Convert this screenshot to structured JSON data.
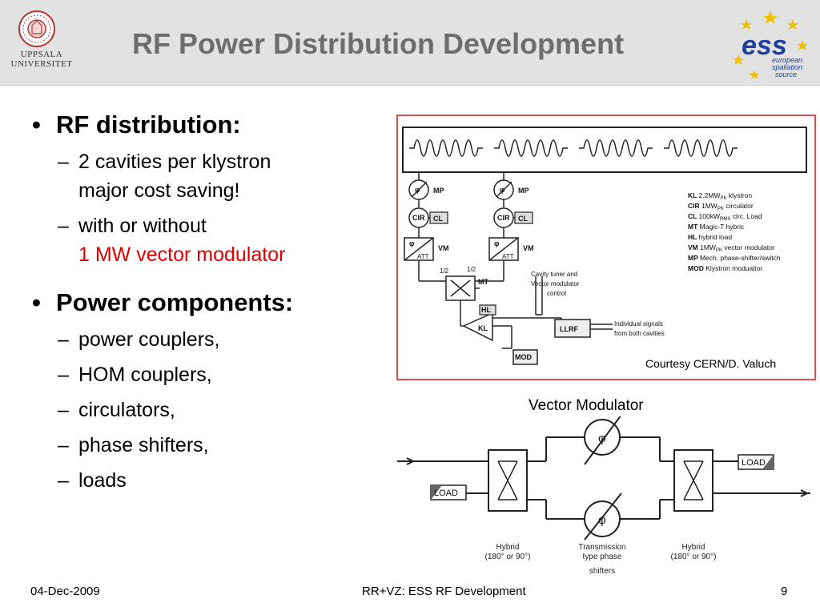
{
  "header": {
    "title": "RF Power Distribution Development",
    "uu_logo": {
      "line1": "UPPSALA",
      "line2": "UNIVERSITET"
    },
    "ess_logo": {
      "main": "ess",
      "line1": "european",
      "line2": "spallation",
      "line3": "source"
    }
  },
  "bullets": [
    {
      "heading": "RF distribution:",
      "items": [
        {
          "lines": [
            "2 cavities per klystron",
            "major cost saving!"
          ]
        },
        {
          "lines": [
            "with or without"
          ],
          "red": "1 MW vector modulator"
        }
      ]
    },
    {
      "heading": "Power components:",
      "items": [
        {
          "lines": [
            "power couplers,"
          ]
        },
        {
          "lines": [
            "HOM couplers,"
          ]
        },
        {
          "lines": [
            "circulators,"
          ]
        },
        {
          "lines": [
            "phase shifters,"
          ]
        },
        {
          "lines": [
            "loads"
          ]
        }
      ]
    }
  ],
  "diagram": {
    "labels": {
      "mp": "MP",
      "cir": "CIR",
      "cl": "CL",
      "vm": "VM",
      "att": "ATT",
      "half": "1/2",
      "mt": "MT",
      "hl": "HL",
      "kl": "KL",
      "mod": "MOD",
      "llrf": "LLRF",
      "phi": "φ",
      "tuner1": "Cavity tuner and",
      "tuner2": "Vector modulator",
      "tuner3": "control",
      "signals1": "Individual signals",
      "signals2": "from both cavities"
    },
    "legend": [
      {
        "key": "KL",
        "text": "2.2MW",
        "sub": "PK",
        "rest": " klystron"
      },
      {
        "key": "CIR",
        "text": "1MW",
        "sub": "PK",
        "rest": " circulator"
      },
      {
        "key": "CL",
        "text": "100kW",
        "sub": "RMS",
        "rest": " circ. Load"
      },
      {
        "key": "MT",
        "text": "Magic-T hybric",
        "sub": "",
        "rest": ""
      },
      {
        "key": "HL",
        "text": "hybrid load",
        "sub": "",
        "rest": ""
      },
      {
        "key": "VM",
        "text": "1MW",
        "sub": "PK",
        "rest": " vector modulator"
      },
      {
        "key": "MP",
        "text": "Mech. phase-shifter/switch",
        "sub": "",
        "rest": ""
      },
      {
        "key": "MOD",
        "text": "Klystron modualtor",
        "sub": "",
        "rest": ""
      }
    ],
    "courtesy": "Courtesy CERN/D. Valuch"
  },
  "vector_modulator": {
    "title": "Vector Modulator",
    "load": "LOAD",
    "phi": "φ",
    "hybrid1_a": "Hybrid",
    "hybrid1_b": "(180° or 90°)",
    "trans_a": "Transmission",
    "trans_b": "type phase",
    "trans_c": "shifters",
    "hybrid2_a": "Hybrid",
    "hybrid2_b": "(180° or 90°)"
  },
  "footer": {
    "date": "04-Dec-2009",
    "center": "RR+VZ: ESS RF Development",
    "page": "9"
  }
}
